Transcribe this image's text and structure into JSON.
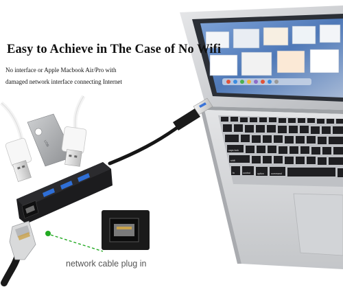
{
  "headline": "Easy to Achieve in The Case of No Wifi",
  "subtext": {
    "line1": "No interface or  Apple Macbook Air/Pro with",
    "line2": "damaged network interface connecting Internet"
  },
  "caption": "network cable plug in",
  "keyboard_labels": {
    "caps_lock": "caps lock",
    "shift": "shift",
    "fn": "fn",
    "control": "control",
    "option": "option",
    "command": "command"
  },
  "usb_drive_label": "USB",
  "colors": {
    "hub_body": "#1c1c1e",
    "usb_port_accent": "#2f6fd6",
    "callout_line": "#22aa22",
    "laptop_silver": "#d9dadc",
    "screen_dark": "#2b2f36",
    "desktop_blue": "#5b84c4"
  },
  "icons": [
    "usb-plug-icon",
    "ethernet-port-icon",
    "rj45-connector-icon",
    "laptop-icon"
  ]
}
